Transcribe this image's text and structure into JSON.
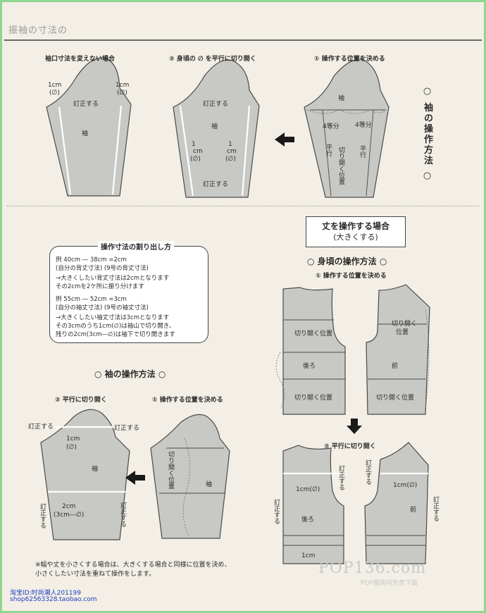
{
  "header": {
    "text": "振袖の寸法の"
  },
  "top_section": {
    "col1_title": "袖口寸法を変えない場合",
    "col2_title": "② 身頃の ∅ を平行に切り開く",
    "col3_title": "① 操作する位置を決める",
    "vertical_title": "○ 袖の操作方法 ○",
    "labels": {
      "c1_1cm_left": "1cm",
      "c1_phi_left": "(∅)",
      "c1_1cm_right": "1cm",
      "c1_phi_right": "(∅)",
      "c1_correct": "訂正する",
      "c1_sleeve": "袖",
      "c2_correct_top": "訂正する",
      "c2_sleeve": "袖",
      "c2_1cm_left": "1",
      "c2_cm_left": "cm",
      "c2_phi_left": "(∅)",
      "c2_1cm_right": "1",
      "c2_cm_right": "cm",
      "c2_phi_right": "(∅)",
      "c2_correct_bottom": "訂正する",
      "c3_sleeve": "袖",
      "c3_q_left": "4等分",
      "c3_q_right": "4等分",
      "c3_par_left": "平行",
      "c3_par_right": "平行",
      "c3_cutopen": "切り開く位置"
    }
  },
  "length_box": {
    "title": "丈を操作する場合",
    "subtitle": "(大きくする)"
  },
  "calc": {
    "title": "操作寸法の割り出し方",
    "l1": "例    40cm     ―     38cm     =2cm",
    "l2": "  (自分の背丈寸法)    (9号の背丈寸法)",
    "l3": "→大きくしたい背丈寸法は2cmとなります",
    "l4": "  その2cmを2ケ所に振り分けます",
    "l5": "例    55cm     ―     52cm     =3cm",
    "l6": "  (自分の袖丈寸法)    (9号の袖丈寸法)",
    "l7": "→大きくしたい袖丈寸法は3cmとなります",
    "l8": "  その3cmのうち1cm(∅)は袖山で切り開き、",
    "l9": "  残りの2cm(3cm―∅)は袖下で切り開きます"
  },
  "body_section": {
    "title": "○ 身頃の操作方法 ○",
    "step1": "① 操作する位置を決める",
    "step2": "② 平行に切り開く",
    "back_cut": "切り開く位置",
    "front_cut1": "切り開く",
    "front_cut2": "位置",
    "back": "後ろ",
    "front": "前",
    "back_cut_low": "切り開く位置",
    "front_cut_low": "切り開く位置",
    "b2_1cm": "1cm(∅)",
    "b2_back": "後ろ",
    "b2_bottom": "1cm",
    "f2_1cm": "1cm(∅)",
    "f2_front": "前",
    "correct_v": "訂正する"
  },
  "sleeve_section": {
    "title": "○ 袖の操作方法 ○",
    "step2": "② 平行に切り開く",
    "step1": "① 操作する位置を決める",
    "correct_l": "訂正する",
    "correct_r": "訂正する",
    "s_1cm": "1cm",
    "s_phi": "(∅)",
    "s_sleeve": "袖",
    "s_2cm": "2cm",
    "s_3cm": "(3cm―∅)",
    "correct_vl": "訂正する",
    "correct_vr": "訂正する",
    "r_cutopen": "切り開く位置",
    "r_sleeve": "袖"
  },
  "footnote": {
    "l1": "※幅や丈を小さくする場合は、大きくする場合と同様に位置を決め、",
    "l2": "  小さくしたい寸法を重ねて操作をします。"
  },
  "watermark": {
    "main": "POP136.com",
    "sub": "POP服装网免费下载"
  },
  "shop": {
    "l1": "淘宝ID:时尚潮人201199",
    "l2": "shop62563328.taobao.com"
  },
  "colors": {
    "pattern_fill": "#c8c8c4",
    "line": "#4a4a4a",
    "accent_border": "#8fd68f"
  }
}
